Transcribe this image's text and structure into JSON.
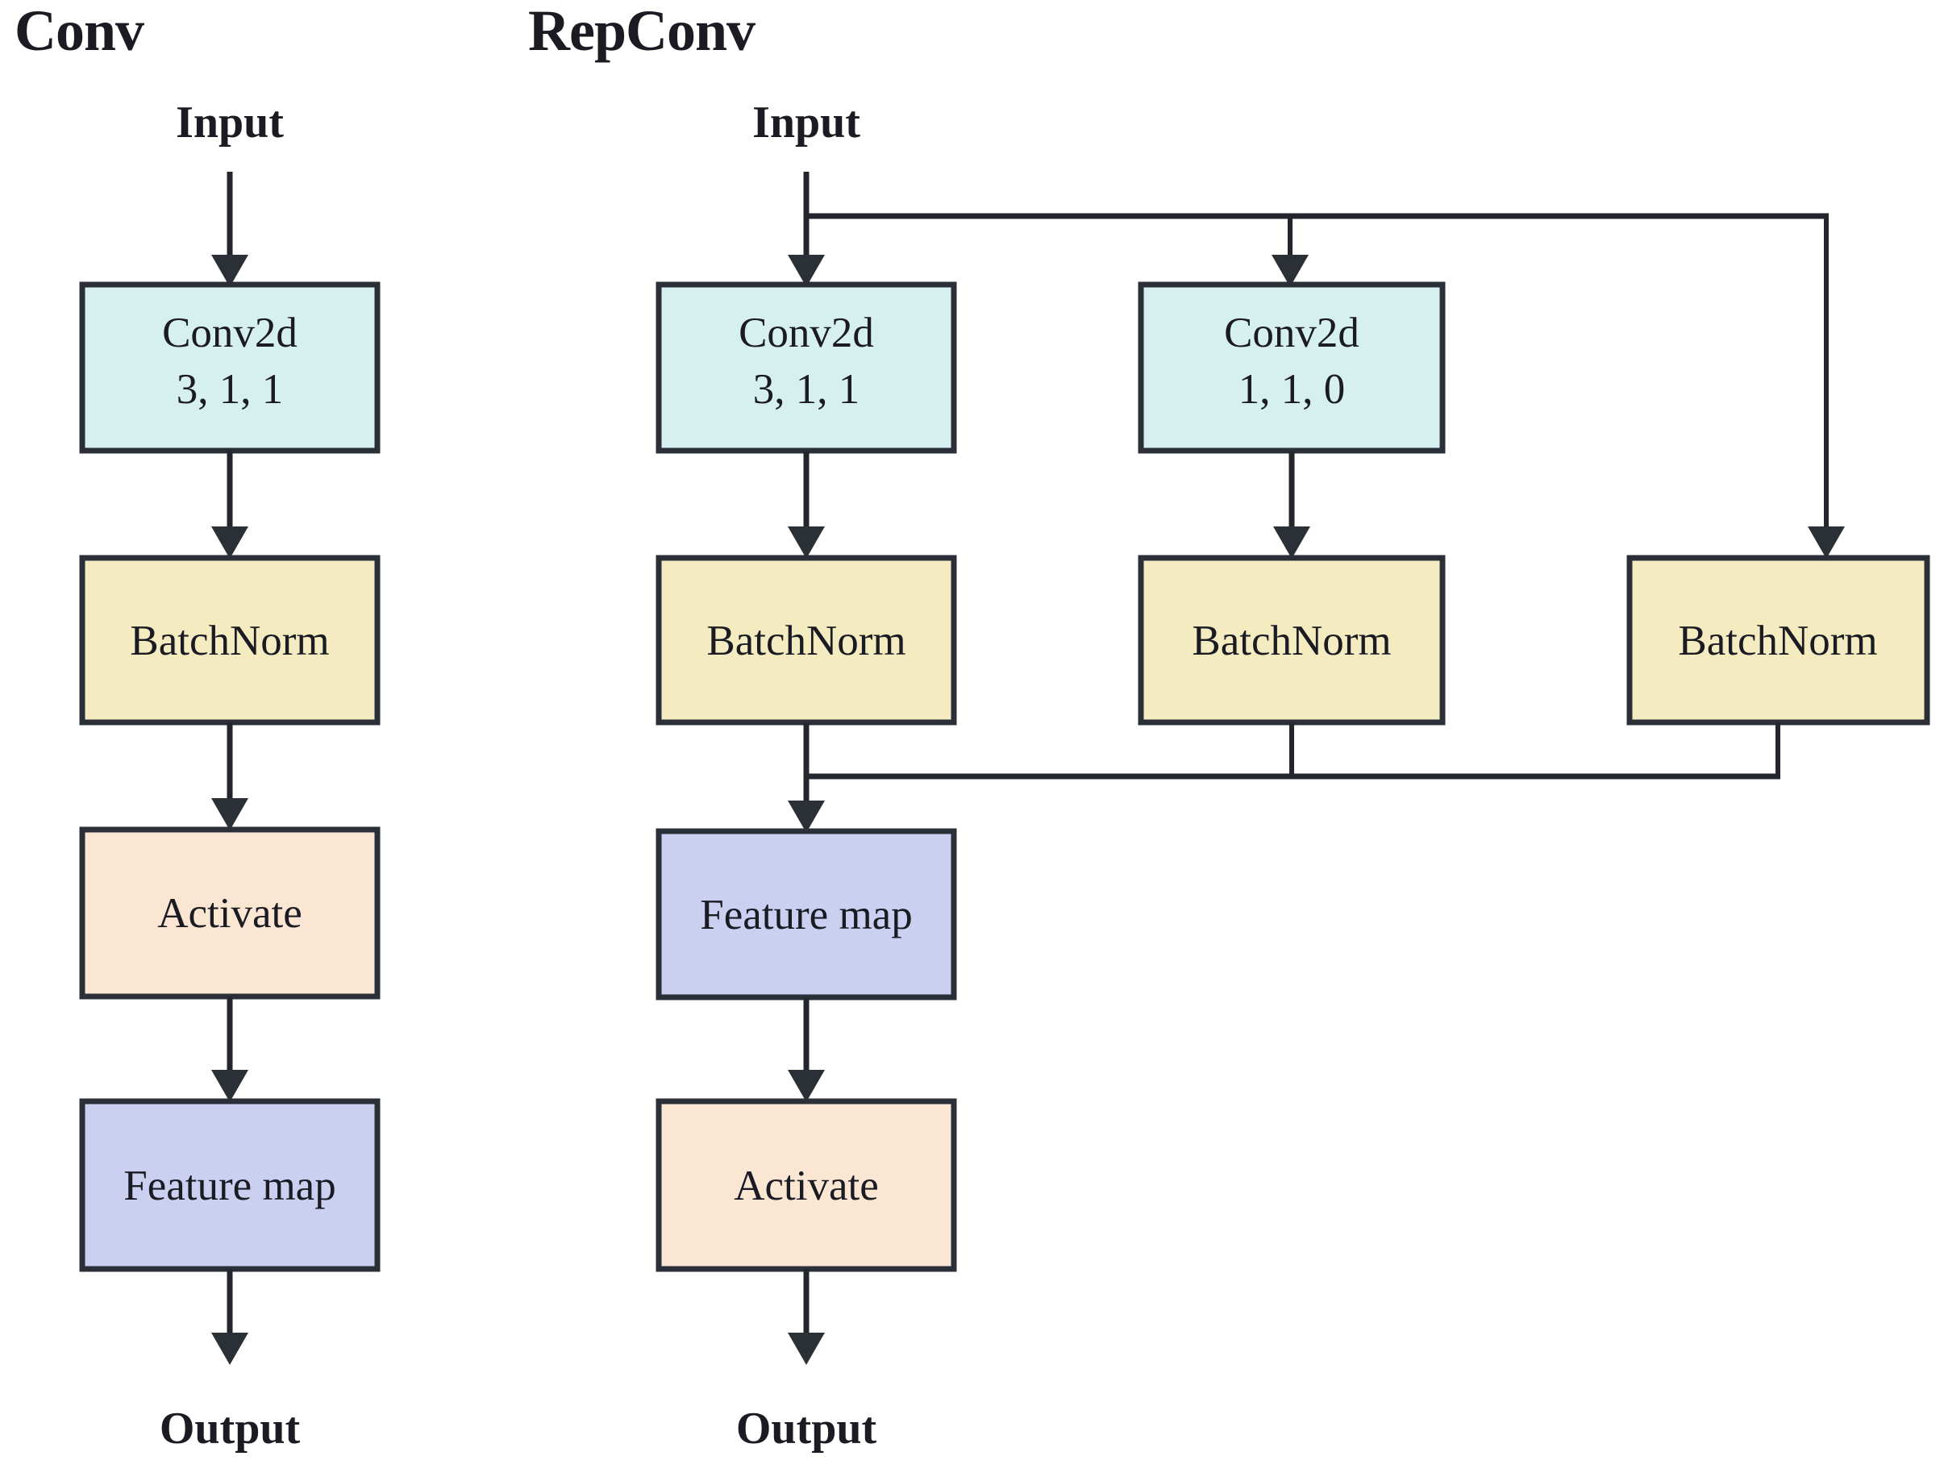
{
  "figure": {
    "background_color": "#ffffff",
    "line_color": "#23262c",
    "border_color": "#2b3038",
    "text_color": "#1b1b23"
  },
  "palette": {
    "conv_fill": "#d6f0f0",
    "batchnorm_fill": "#f4ecc0",
    "activate_fill": "#fbe6d4",
    "feature_map_fill": "#ccd0f0"
  },
  "panels": [
    {
      "id": "conv",
      "title": "Conv",
      "input_label": "Input",
      "output_label": "Output",
      "nodes": [
        {
          "id": "conv-conv2d",
          "type": "conv",
          "lines": [
            "Conv2d",
            "3, 1, 1"
          ]
        },
        {
          "id": "conv-batchnorm",
          "type": "batchnorm",
          "lines": [
            "BatchNorm"
          ]
        },
        {
          "id": "conv-activate",
          "type": "activate",
          "lines": [
            "Activate"
          ]
        },
        {
          "id": "conv-feature-map",
          "type": "feature_map",
          "lines": [
            "Feature map"
          ]
        }
      ]
    },
    {
      "id": "repconv",
      "title": "RepConv",
      "input_label": "Input",
      "output_label": "Output",
      "branches": [
        {
          "id": "branch-3x3",
          "nodes": [
            {
              "id": "repconv-conv2d-3",
              "type": "conv",
              "lines": [
                "Conv2d",
                "3, 1, 1"
              ]
            },
            {
              "id": "repconv-batchnorm-3",
              "type": "batchnorm",
              "lines": [
                "BatchNorm"
              ]
            }
          ]
        },
        {
          "id": "branch-1x1",
          "nodes": [
            {
              "id": "repconv-conv2d-1",
              "type": "conv",
              "lines": [
                "Conv2d",
                "1, 1, 0"
              ]
            },
            {
              "id": "repconv-batchnorm-1",
              "type": "batchnorm",
              "lines": [
                "BatchNorm"
              ]
            }
          ]
        },
        {
          "id": "branch-identity",
          "nodes": [
            {
              "id": "repconv-batchnorm-id",
              "type": "batchnorm",
              "lines": [
                "BatchNorm"
              ]
            }
          ]
        }
      ],
      "merge_nodes": [
        {
          "id": "repconv-feature-map",
          "type": "feature_map",
          "lines": [
            "Feature map"
          ]
        },
        {
          "id": "repconv-activate",
          "type": "activate",
          "lines": [
            "Activate"
          ]
        }
      ]
    }
  ],
  "labels": {
    "conv_title": "Conv",
    "repconv_title": "RepConv",
    "conv_input": "Input",
    "conv_output": "Output",
    "repconv_input": "Input",
    "repconv_output": "Output",
    "conv2d": "Conv2d",
    "params_3_1_1": "3, 1, 1",
    "params_1_1_0": "1, 1, 0",
    "batchnorm": "BatchNorm",
    "activate": "Activate",
    "feature_map": "Feature map"
  }
}
